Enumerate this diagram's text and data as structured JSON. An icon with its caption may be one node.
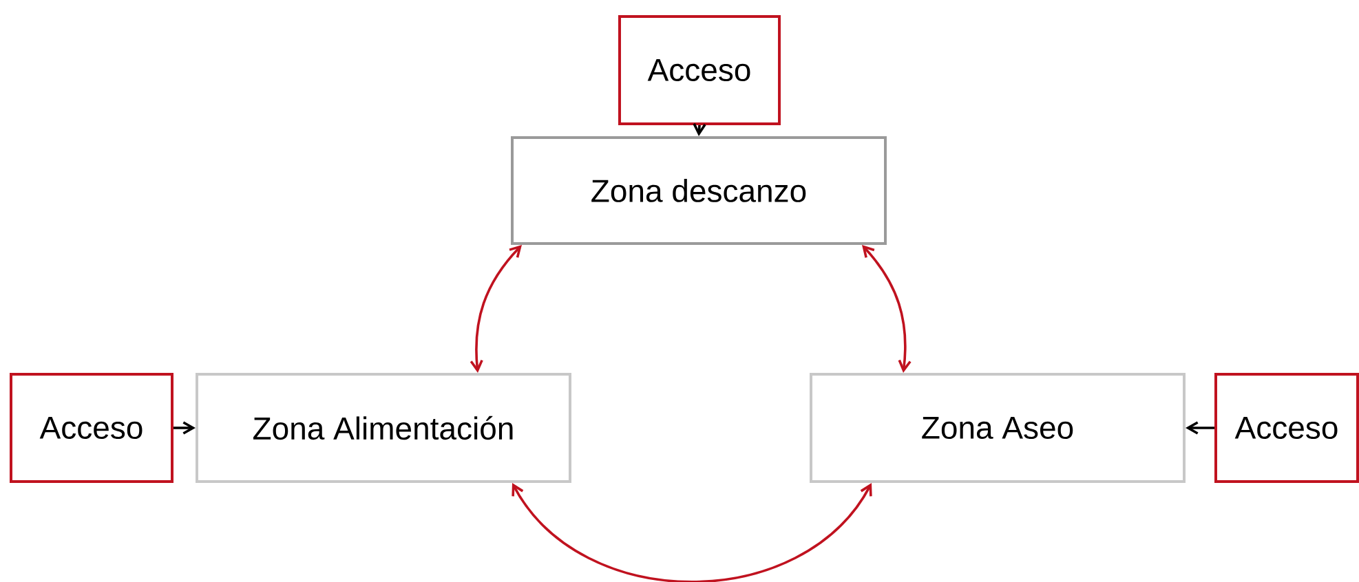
{
  "diagram": {
    "nodes": [
      {
        "text": [
          "Acceso"
        ]
      },
      {
        "text": [
          "Zona descanzo"
        ]
      },
      {
        "text": [
          "Acceso"
        ]
      },
      {
        "text": [
          "Zona Alimentación"
        ]
      },
      {
        "text": [
          "Zona Aseo"
        ]
      },
      {
        "text": [
          "Acceso"
        ]
      }
    ],
    "edges": [
      {
        "from": 0,
        "to": 1,
        "arrow": "to",
        "color": "#000000"
      },
      {
        "from": 2,
        "to": 3,
        "arrow": "to",
        "color": "#000000"
      },
      {
        "from": 5,
        "to": 4,
        "arrow": "to",
        "color": "#000000"
      },
      {
        "from": 1,
        "to": 3,
        "arrow": "both",
        "color": "#c0121f"
      },
      {
        "from": 1,
        "to": 4,
        "arrow": "both",
        "color": "#c0121f"
      },
      {
        "from": 3,
        "to": 4,
        "arrow": "both",
        "color": "#c0121f"
      }
    ]
  }
}
